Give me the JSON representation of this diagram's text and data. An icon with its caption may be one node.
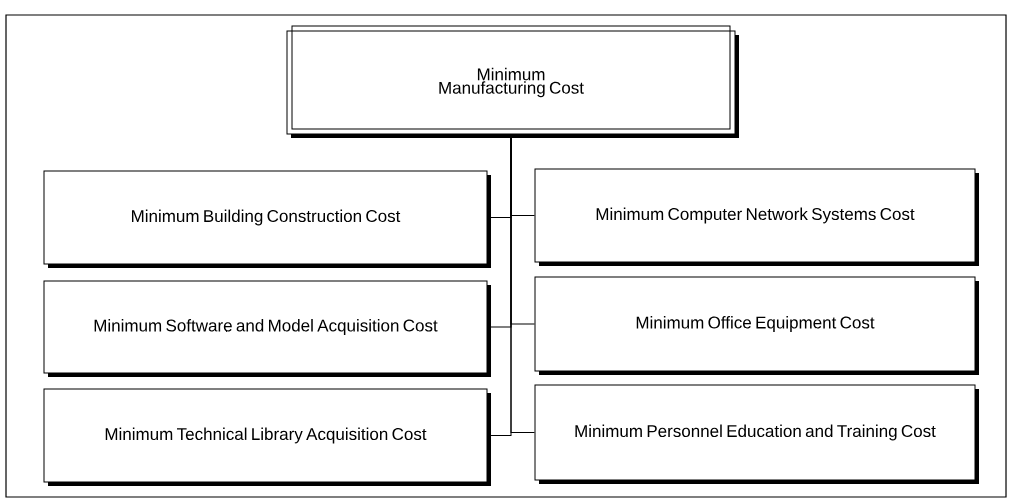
{
  "diagram": {
    "nodes": [
      {
        "text": [
          "Minimum Manufacturing Cost"
        ]
      },
      {
        "text": [
          "Minimum Building Construction Cost"
        ]
      },
      {
        "text": [
          "Minimum Computer Network Systems Cost"
        ]
      },
      {
        "text": [
          "Minimum Software and Model Acquisition Cost"
        ]
      },
      {
        "text": [
          "Minimum Office Equipment Cost"
        ]
      },
      {
        "text": [
          "Minimum Technical Library Acquisition Cost"
        ]
      },
      {
        "text": [
          "Minimum Personnel Education and Training Cost"
        ]
      }
    ],
    "edges": [
      {
        "from": 0,
        "to": 1,
        "arrow": "none"
      },
      {
        "from": 0,
        "to": 2,
        "arrow": "none"
      },
      {
        "from": 0,
        "to": 3,
        "arrow": "none"
      },
      {
        "from": 0,
        "to": 4,
        "arrow": "none"
      },
      {
        "from": 0,
        "to": 5,
        "arrow": "none"
      },
      {
        "from": 0,
        "to": 6,
        "arrow": "none"
      }
    ]
  }
}
